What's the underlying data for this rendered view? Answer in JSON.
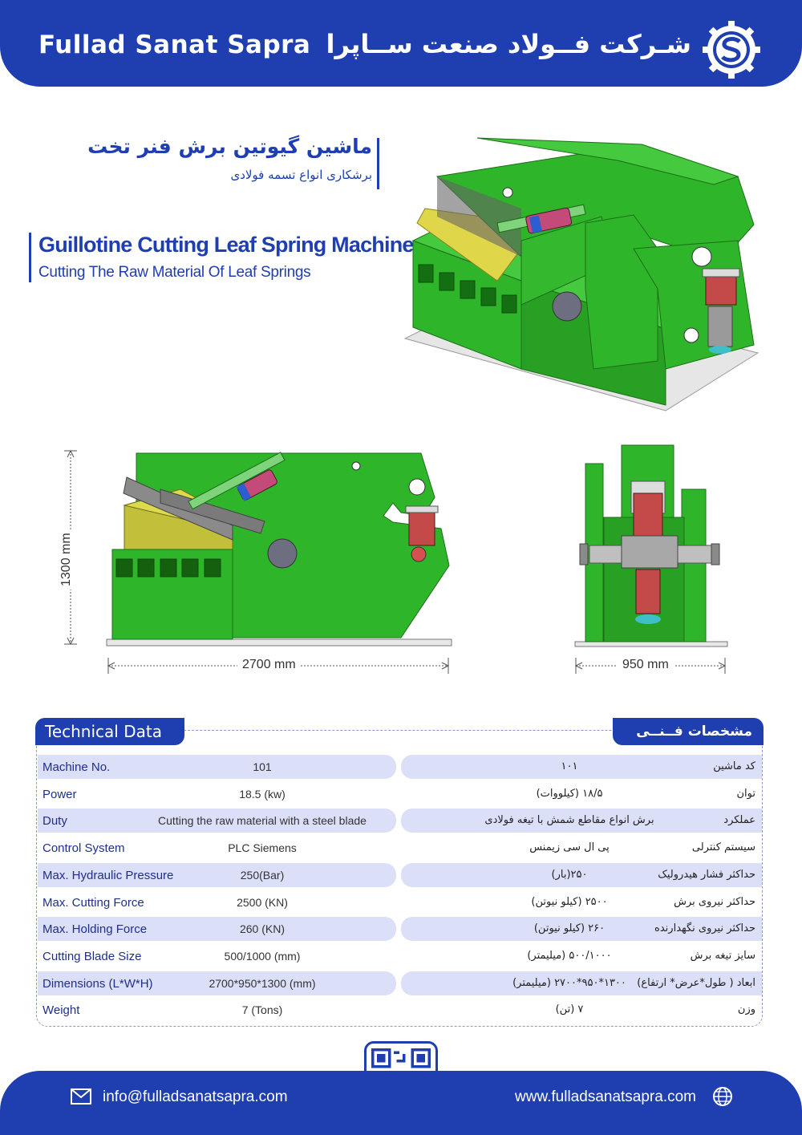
{
  "header": {
    "brand_en": "Fullad Sanat Sapra",
    "brand_fa": "شـرکت فــولاد صنعت ســاپرا",
    "logo_icon": "gear-s-logo-icon"
  },
  "title": {
    "fa_main": "ماشین گیوتین برش فنر تخت",
    "fa_sub": "برشکاری انواع تسمه فولادی",
    "en_main": "Guillotine Cutting Leaf Spring Machine",
    "en_sub": "Cutting The Raw Material Of Leaf Springs"
  },
  "dimensions": {
    "height": "1300 mm",
    "length": "2700 mm",
    "width": "950 mm"
  },
  "technical": {
    "tab_en": "Technical Data",
    "tab_fa": "مشخصات فــنــی",
    "rows": [
      {
        "k_en": "Machine No.",
        "v_en": "101",
        "k_fa": "کد ماشین",
        "v_fa": "۱۰۱"
      },
      {
        "k_en": "Power",
        "v_en": "18.5 (kw)",
        "k_fa": "توان",
        "v_fa": "۱۸/۵ (کیلووات)"
      },
      {
        "k_en": "Duty",
        "v_en": "Cutting the raw material with a steel blade",
        "k_fa": "عملکرد",
        "v_fa": "برش انواع مقاطع شمش با تیغه فولادی"
      },
      {
        "k_en": "Control System",
        "v_en": "PLC Siemens",
        "k_fa": "سیستم کنترلی",
        "v_fa": "پی ال سی زیمنس"
      },
      {
        "k_en": "Max. Hydraulic Pressure",
        "v_en": "250(Bar)",
        "k_fa": "حداکثر فشار هیدرولیک",
        "v_fa": "۲۵۰(بار)"
      },
      {
        "k_en": "Max. Cutting Force",
        "v_en": "2500 (KN)",
        "k_fa": "حداکثر نیروی برش",
        "v_fa": "۲۵۰۰ (کیلو نیوتن)"
      },
      {
        "k_en": "Max. Holding Force",
        "v_en": "260 (KN)",
        "k_fa": "حداکثر نیروی نگهدارنده",
        "v_fa": "۲۶۰ (کیلو نیوتن)"
      },
      {
        "k_en": "Cutting Blade Size",
        "v_en": "500/1000 (mm)",
        "k_fa": "سایز تیغه برش",
        "v_fa": "۵۰۰/۱۰۰۰ (میلیمتر)"
      },
      {
        "k_en": "Dimensions (L*W*H)",
        "v_en": "2700*950*1300 (mm)",
        "k_fa": "ابعاد ( طول*عرض* ارتفاع)",
        "v_fa": "۱۳۰۰*۹۵۰*۲۷۰۰ (میلیمتر)"
      },
      {
        "k_en": "Weight",
        "v_en": "7 (Tons)",
        "k_fa": "وزن",
        "v_fa": "۷ (تن)"
      }
    ]
  },
  "footer": {
    "email": "info@fulladsanatsapra.com",
    "website": "www.fulladsanatsapra.com",
    "mail_icon": "mail-icon",
    "globe_icon": "globe-icon",
    "qr_icon": "qr-code-icon"
  },
  "colors": {
    "brand_blue": "#1f3fb0",
    "machine_green": "#2fb52a",
    "row_shade": "#dcdff8"
  }
}
